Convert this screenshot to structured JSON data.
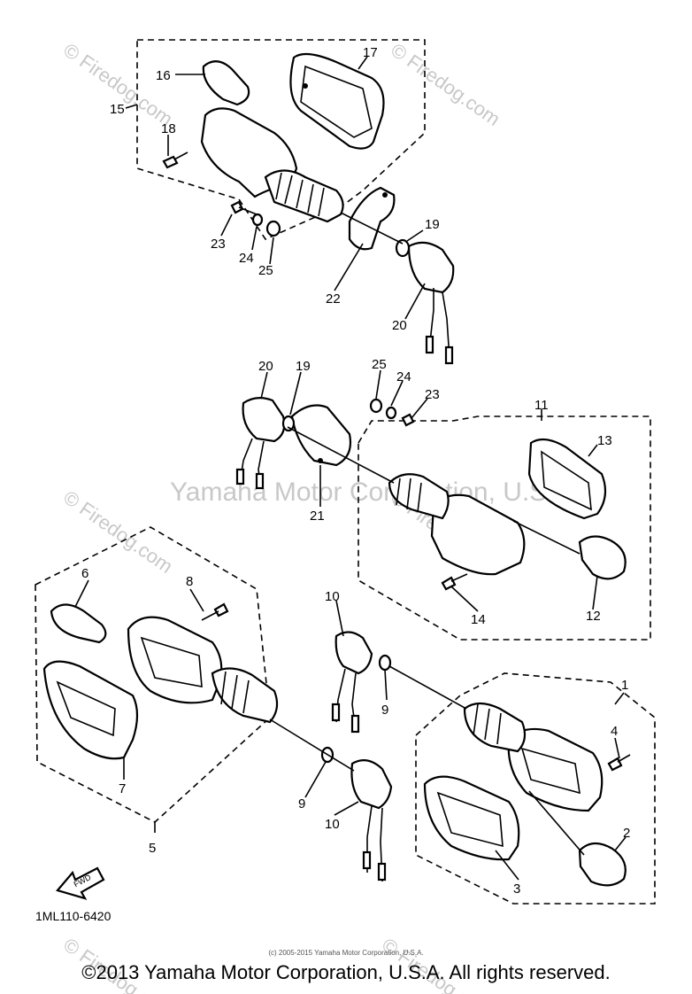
{
  "watermarks": {
    "center": "Yamaha Motor Corporation, U.S.A.",
    "firedog": "© Firedog.com"
  },
  "diagram_code": "1ML110-6420",
  "small_copyright": "(c) 2005-2015 Yamaha Motor Corporation, U.S.A.",
  "copyright": "©2013 Yamaha Motor Corporation, U.S.A. All rights reserved.",
  "fwd_label": "FWD",
  "callouts": {
    "c1": "1",
    "c2": "2",
    "c3": "3",
    "c4": "4",
    "c5": "5",
    "c6": "6",
    "c7": "7",
    "c8": "8",
    "c9a": "9",
    "c9b": "9",
    "c10a": "10",
    "c10b": "10",
    "c11": "11",
    "c12": "12",
    "c13": "13",
    "c14": "14",
    "c15": "15",
    "c16": "16",
    "c17": "17",
    "c18": "18",
    "c19a": "19",
    "c19b": "19",
    "c20a": "20",
    "c20b": "20",
    "c21": "21",
    "c22": "22",
    "c23a": "23",
    "c23b": "23",
    "c24a": "24",
    "c24b": "24",
    "c25a": "25",
    "c25b": "25"
  }
}
